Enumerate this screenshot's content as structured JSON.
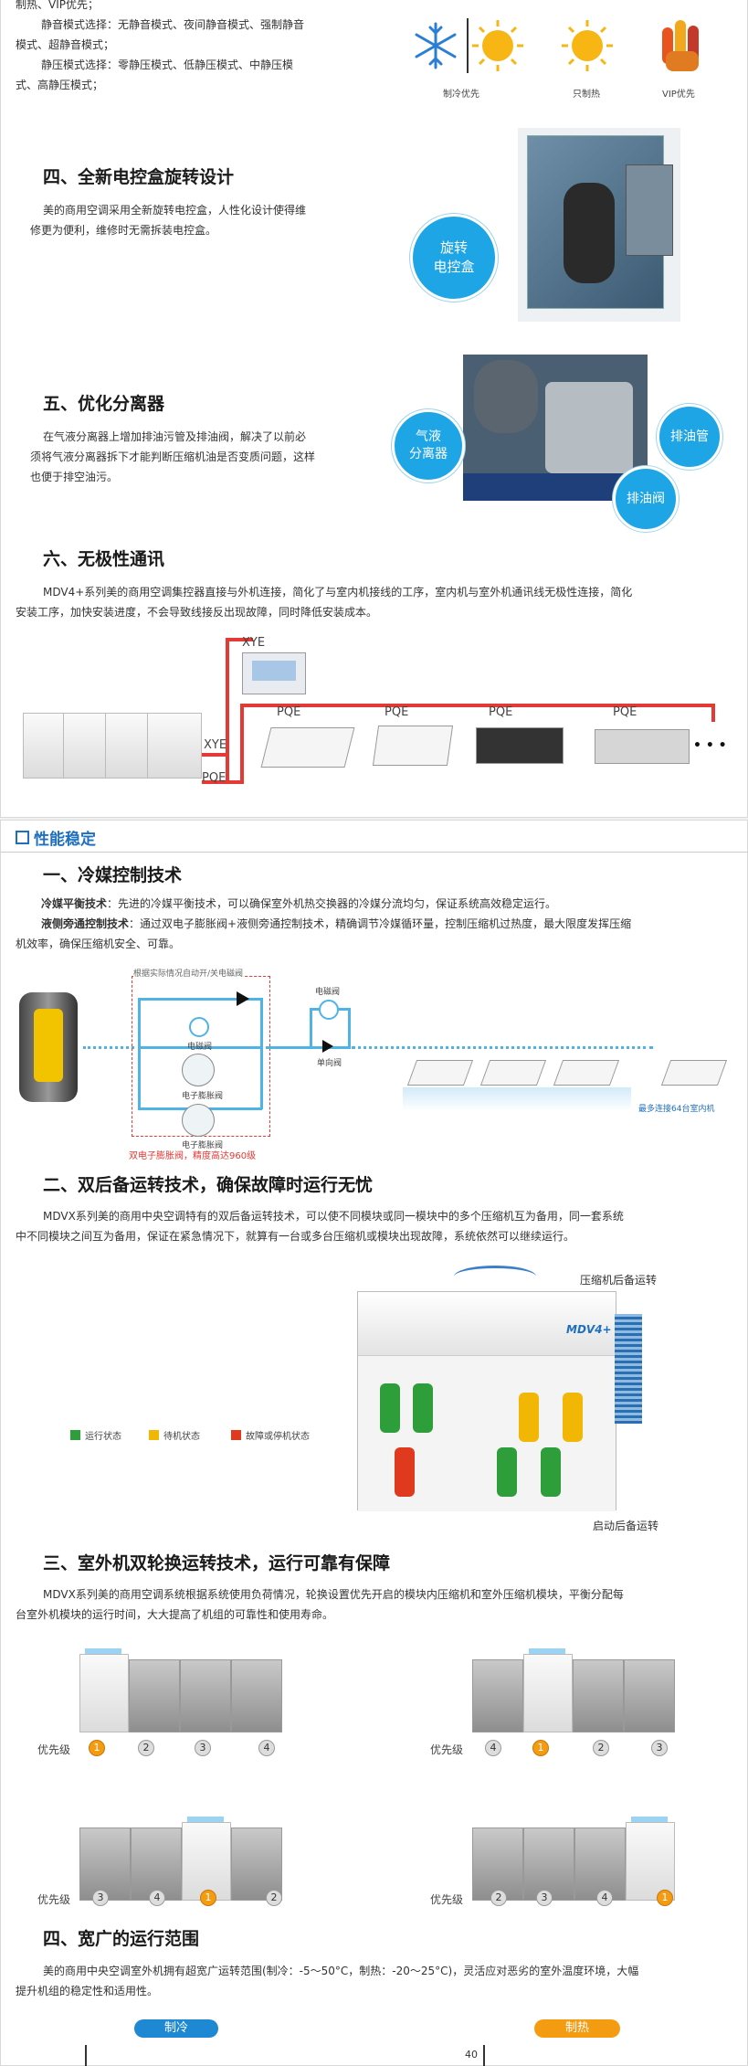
{
  "top": {
    "line1": "制热、VIP优先；",
    "line2a": "静音模式选择：无静音模式、夜间静音模式、强制静音",
    "line2b": "模式、超静音模式；",
    "line3a": "静压模式选择：零静压模式、低静压模式、中静压模",
    "line3b": "式、高静压模式；",
    "icons": [
      {
        "label": "制冷优先",
        "icon": "snowflake-icon"
      },
      {
        "label": "只制热",
        "icon": "sun-icon"
      },
      {
        "label": "VIP优先",
        "icon": "hands-icon"
      }
    ]
  },
  "section4": {
    "title": "四、全新电控盒旋转设计",
    "text_a": "美的商用空调采用全新旋转电控盒，人性化设计使得维",
    "text_b": "修更为便利，维修时无需拆装电控盒。",
    "bubble_line1": "旋转",
    "bubble_line2": "电控盒"
  },
  "section5": {
    "title": "五、优化分离器",
    "text_a": "在气液分离器上增加排油污管及排油阀，解决了以前必",
    "text_b": "须将气液分离器拆下才能判断压缩机油是否变质问题，这样",
    "text_c": "也便于排空油污。",
    "bubble1_line1": "气液",
    "bubble1_line2": "分离器",
    "bubble2": "排油管",
    "bubble3": "排油阀"
  },
  "section6": {
    "title": "六、无极性通讯",
    "text_a": "MDV4+系列美的商用空调集控器直接与外机连接，简化了与室内机接线的工序，室内机与室外机通讯线无极性连接，简化",
    "text_b": "安装工序，加快安装进度，不会导致线接反出现故障，同时降低安装成本。",
    "labels": {
      "xye_top": "XYE",
      "xye_side": "XYE",
      "pqe_bottom": "PQE",
      "pqe": [
        "PQE",
        "PQE",
        "PQE",
        "PQE"
      ],
      "more": "• • •"
    }
  },
  "perf": {
    "heading": "性能稳定",
    "s1_title": "一、冷媒控制技术",
    "s1_p1_bold": "冷媒平衡技术",
    "s1_p1_text": "：先进的冷媒平衡技术，可以确保室外机热交换器的冷媒分流均匀，保证系统高效稳定运行。",
    "s1_p2_bold": "液侧旁通控制技术",
    "s1_p2_text_a": "：通过双电子膨胀阀+液侧旁通控制技术，精确调节冷媒循环量，控制压缩机过热度，最大限度发挥压缩",
    "s1_p2_text_b": "机效率，确保压缩机安全、可靠。",
    "diagram": {
      "top_note": "根据实际情况自动开/关电磁阀",
      "solenoid1": "电磁阀",
      "solenoid2": "电磁阀",
      "check_valve": "单向阀",
      "eev1": "电子膨胀阀",
      "eev2": "电子膨胀阀",
      "bottom_note": "双电子膨胀阀，精度高达960级",
      "max_indoor": "最多连接64台室内机"
    },
    "s2_title": "二、双后备运转技术，确保故障时运行无忧",
    "s2_text_a": "MDVX系列美的商用中央空调特有的双后备运转技术，可以使不同模块或同一模块中的多个压缩机互为备用，同一套系统",
    "s2_text_b": "中不同模块之间互为备用，保证在紧急情况下，就算有一台或多台压缩机或模块出现故障，系统依然可以继续运行。",
    "s2_legend": [
      {
        "label": "运行状态",
        "color": "#2e9e3a"
      },
      {
        "label": "待机状态",
        "color": "#f2b705"
      },
      {
        "label": "故障或停机状态",
        "color": "#e03a1e"
      }
    ],
    "s2_top_label": "压缩机后备运转",
    "s2_bottom_label": "启动后备运转",
    "s2_brand": "MDV4+",
    "s3_title": "三、室外机双轮换运转技术，运行可靠有保障",
    "s3_text_a": "MDVX系列美的商用空调系统根据系统使用负荷情况，轮换设置优先开启的模块内压缩机和室外压缩机模块，平衡分配每",
    "s3_text_b": "台室外机模块的运行时间，大大提高了机组的可靠性和使用寿命。",
    "priority_label": "优先级",
    "groups": [
      {
        "nums": [
          "1",
          "2",
          "3",
          "4"
        ],
        "hl": 0
      },
      {
        "nums": [
          "4",
          "1",
          "2",
          "3"
        ],
        "hl": 1
      },
      {
        "nums": [
          "3",
          "4",
          "1",
          "2"
        ],
        "hl": 2
      },
      {
        "nums": [
          "2",
          "3",
          "4",
          "1"
        ],
        "hl": 3
      }
    ],
    "s4_title": "四、宽广的运行范围",
    "s4_text_a": "美的商用中央空调室外机拥有超宽广运转范围(制冷：-5～50°C，制热：-20～25°C)，灵活应对恶劣的室外温度环境，大幅",
    "s4_text_b": "提升机组的稳定性和适用性。",
    "cool_label": "制冷",
    "heat_label": "制热",
    "axis_tick": "40",
    "colors": {
      "cool": "#1e88d2",
      "heat": "#f39c12",
      "accent": "#1f6fc0"
    }
  }
}
